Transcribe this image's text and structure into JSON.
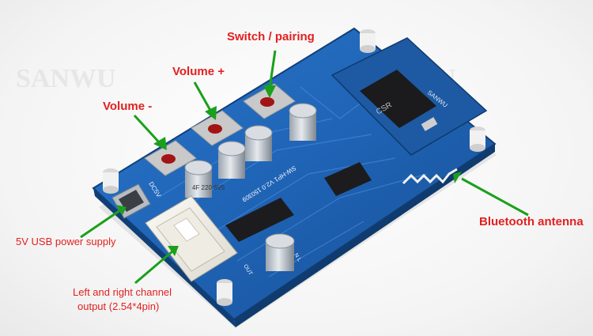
{
  "labels": {
    "switch_pairing": "Switch / pairing",
    "volume_plus": "Volume +",
    "volume_minus": "Volume -",
    "bluetooth_antenna": "Bluetooth antenna",
    "usb_power": "5V USB power supply",
    "channel_output_line1": "Left and right channel",
    "channel_output_line2": "output (2.54*4pin)"
  },
  "watermark": "SANWU",
  "board_markings": {
    "chip_brand": "CSR",
    "module_brand": "SANWU",
    "silk_model": "SW-HP1 V2.0 150309",
    "power_pin": "DC5V",
    "out_pin": "OUT",
    "gnd_pin": "N L",
    "cap_label": "4F 220 6V5"
  },
  "colors": {
    "label_red": "#e31f1f",
    "arrow_green": "#1aa01a",
    "pcb_blue": "#1f63b5"
  }
}
